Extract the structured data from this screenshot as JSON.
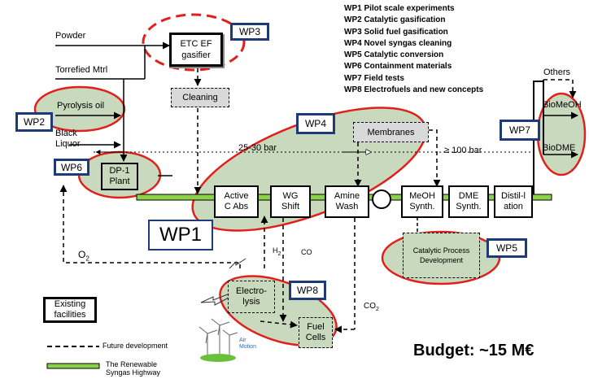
{
  "wp_list": [
    "WP1 Pilot scale experiments",
    "WP2 Catalytic gasification",
    "WP3 Solid fuel gasification",
    "WP4 Novel syngas cleaning",
    "WP5 Catalytic conversion",
    "WP6 Containment materials",
    "WP7 Field tests",
    "WP8 Electrofuels and new concepts"
  ],
  "inputs": {
    "powder": "Powder",
    "torrefied": "Torrefied Mtrl",
    "pyrolysis": "Pyrolysis oil",
    "black_liquor": "Black Liquor"
  },
  "process": {
    "etc_ef": "ETC EF gasifier",
    "cleaning": "Cleaning",
    "dp1": "DP-1 Plant",
    "active_c": "Active C Abs",
    "wg_shift": "WG Shift",
    "amine": "Amine Wash",
    "membranes": "Membranes",
    "meoh": "MeOH Synth.",
    "dme": "DME Synth.",
    "distil": "Distil-lation",
    "electrolysis": "Electro-lysis",
    "fuel_cells": "Fuel Cells",
    "catalytic": "Catalytic Process Development"
  },
  "products": {
    "others": "Others",
    "biomeoh": "BioMeOH",
    "biodme": "BioDME"
  },
  "labels": {
    "pressure_low": "25-30 bar",
    "pressure_high": "≥ 100 bar",
    "o2": "O",
    "o2_sub": "2",
    "h2": "H",
    "h2_sub": "2",
    "co": "CO",
    "co2": "CO",
    "co2_sub": "2",
    "wind_logo": "Air Motion"
  },
  "wp_tags": {
    "wp1": "WP1",
    "wp2": "WP2",
    "wp3": "WP3",
    "wp4": "WP4",
    "wp5": "WP5",
    "wp6": "WP6",
    "wp7": "WP7",
    "wp8": "WP8"
  },
  "legend": {
    "existing": "Existing facilities",
    "future": "Future development",
    "highway": "The Renewable Syngas Highway"
  },
  "budget": "Budget: ~15 M€",
  "colors": {
    "ellipse_fill": "#c9d9bd",
    "ellipse_stroke": "#e0201b",
    "wp_border": "#1f3a78",
    "highway": "#8cd14a",
    "gray_box": "#d9d9d9"
  }
}
